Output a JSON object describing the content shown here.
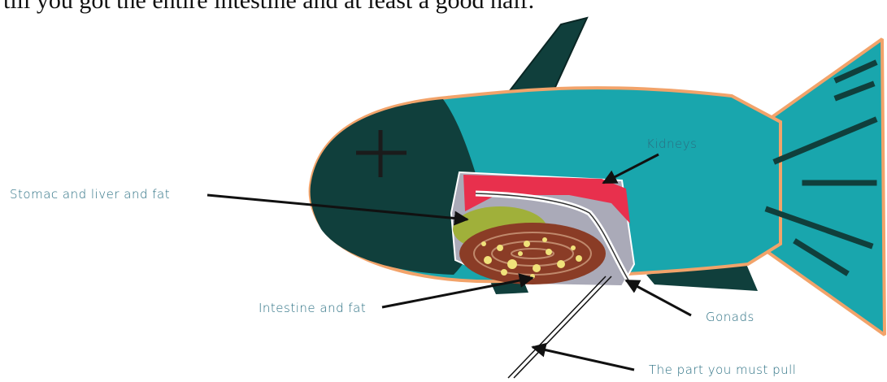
{
  "caption": "till you got the entire intestine and at least a good half.",
  "labels": {
    "kidneys": "Kidneys",
    "stomach": "Stomac and liver and fat",
    "intestine": "Intestine and fat",
    "gonads": "Gonads",
    "pull": "The part you must pull"
  },
  "colors": {
    "body": "#19a6ad",
    "head": "#103f3c",
    "outline": "#f2a36a",
    "cavity": "#aaaab8",
    "kidney": "#e8304d",
    "liver": "#a0b03a",
    "intestine": "#8a3c26",
    "fat": "#f0e27a",
    "label_text": "#2a6f82"
  }
}
